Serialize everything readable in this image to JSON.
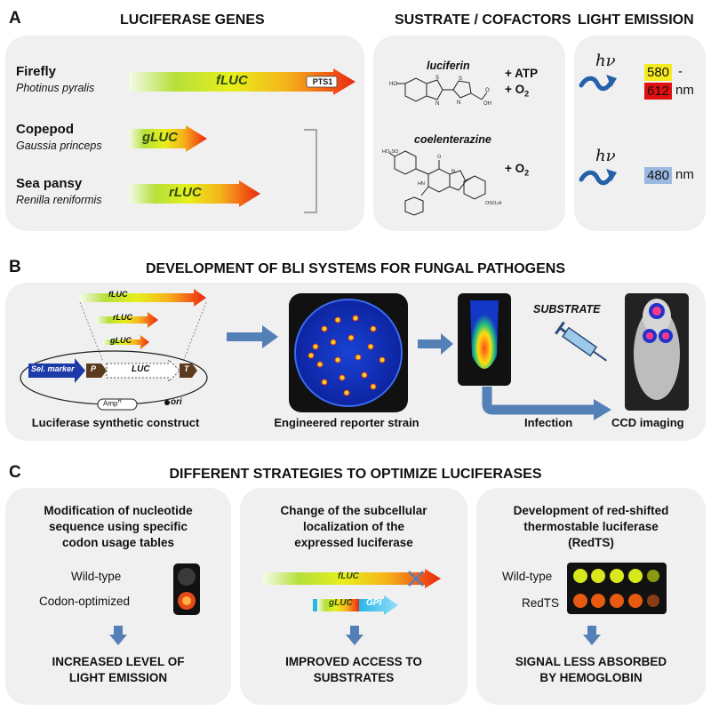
{
  "panelA": {
    "letter": "A",
    "title_genes": "LUCIFERASE GENES",
    "title_substrate": "SUSTRATE / COFACTORS",
    "title_light": "LIGHT EMISSION",
    "organisms": [
      {
        "name": "Firefly",
        "species": "Photinus pyralis",
        "gene": "fLUC",
        "tag": "PTS1"
      },
      {
        "name": "Copepod",
        "species": "Gaussia princeps",
        "gene": "gLUC"
      },
      {
        "name": "Sea pansy",
        "species": "Renilla reniformis",
        "gene": "rLUC"
      }
    ],
    "substrates": [
      {
        "name": "luciferin",
        "cofactor1": "+ ATP",
        "cofactor2": "+ O"
      },
      {
        "name": "coelenterazine",
        "cofactor1": "+ O"
      }
    ],
    "subscript_2": "2",
    "hv": "hν",
    "emission1": {
      "value1": "580",
      "dash": "-",
      "value2": "612",
      "unit": "nm",
      "color1": "#f5ec1e",
      "color2": "#e01010"
    },
    "emission2": {
      "value": "480",
      "unit": "nm",
      "color": "#9ab9e0"
    }
  },
  "panelB": {
    "letter": "B",
    "title": "DEVELOPMENT OF BLI SYSTEMS FOR FUNGAL PATHOGENS",
    "construct_genes": [
      "fLUC",
      "rLUC",
      "gLUC"
    ],
    "sel_marker": "Sel. marker",
    "promoter": "P",
    "luc": "LUC",
    "terminator": "T",
    "amp": "Amp",
    "amp_sup": "R",
    "ori": "ori",
    "caption_construct": "Luciferase synthetic construct",
    "caption_strain": "Engineered reporter strain",
    "substrate": "SUBSTRATE",
    "infection": "Infection",
    "caption_ccd": "CCD imaging"
  },
  "panelC": {
    "letter": "C",
    "title": "DIFFERENT STRATEGIES TO OPTIMIZE LUCIFERASES",
    "col1": {
      "heading": [
        "Modification of nucleotide",
        "sequence using specific",
        "codon usage tables"
      ],
      "wild": "Wild-type",
      "codon": "Codon-optimized",
      "result": [
        "INCREASED LEVEL OF",
        "LIGHT EMISSION"
      ]
    },
    "col2": {
      "heading": [
        "Change of the subcellular",
        "localization of the",
        "expressed luciferase"
      ],
      "gene1": "fLUC",
      "gene2": "gLUC",
      "gpi": "GPI",
      "result": [
        "IMPROVED ACCESS TO",
        "SUBSTRATES"
      ]
    },
    "col3": {
      "heading": [
        "Development of red-shifted",
        "thermostable luciferase",
        "(RedTS)"
      ],
      "wild": "Wild-type",
      "redts": "RedTS",
      "result": [
        "SIGNAL LESS ABSORBED",
        "BY HEMOGLOBIN"
      ]
    }
  },
  "colors": {
    "blue_arrow": "#5480b8",
    "panel_bg": "#f0f0f0"
  }
}
